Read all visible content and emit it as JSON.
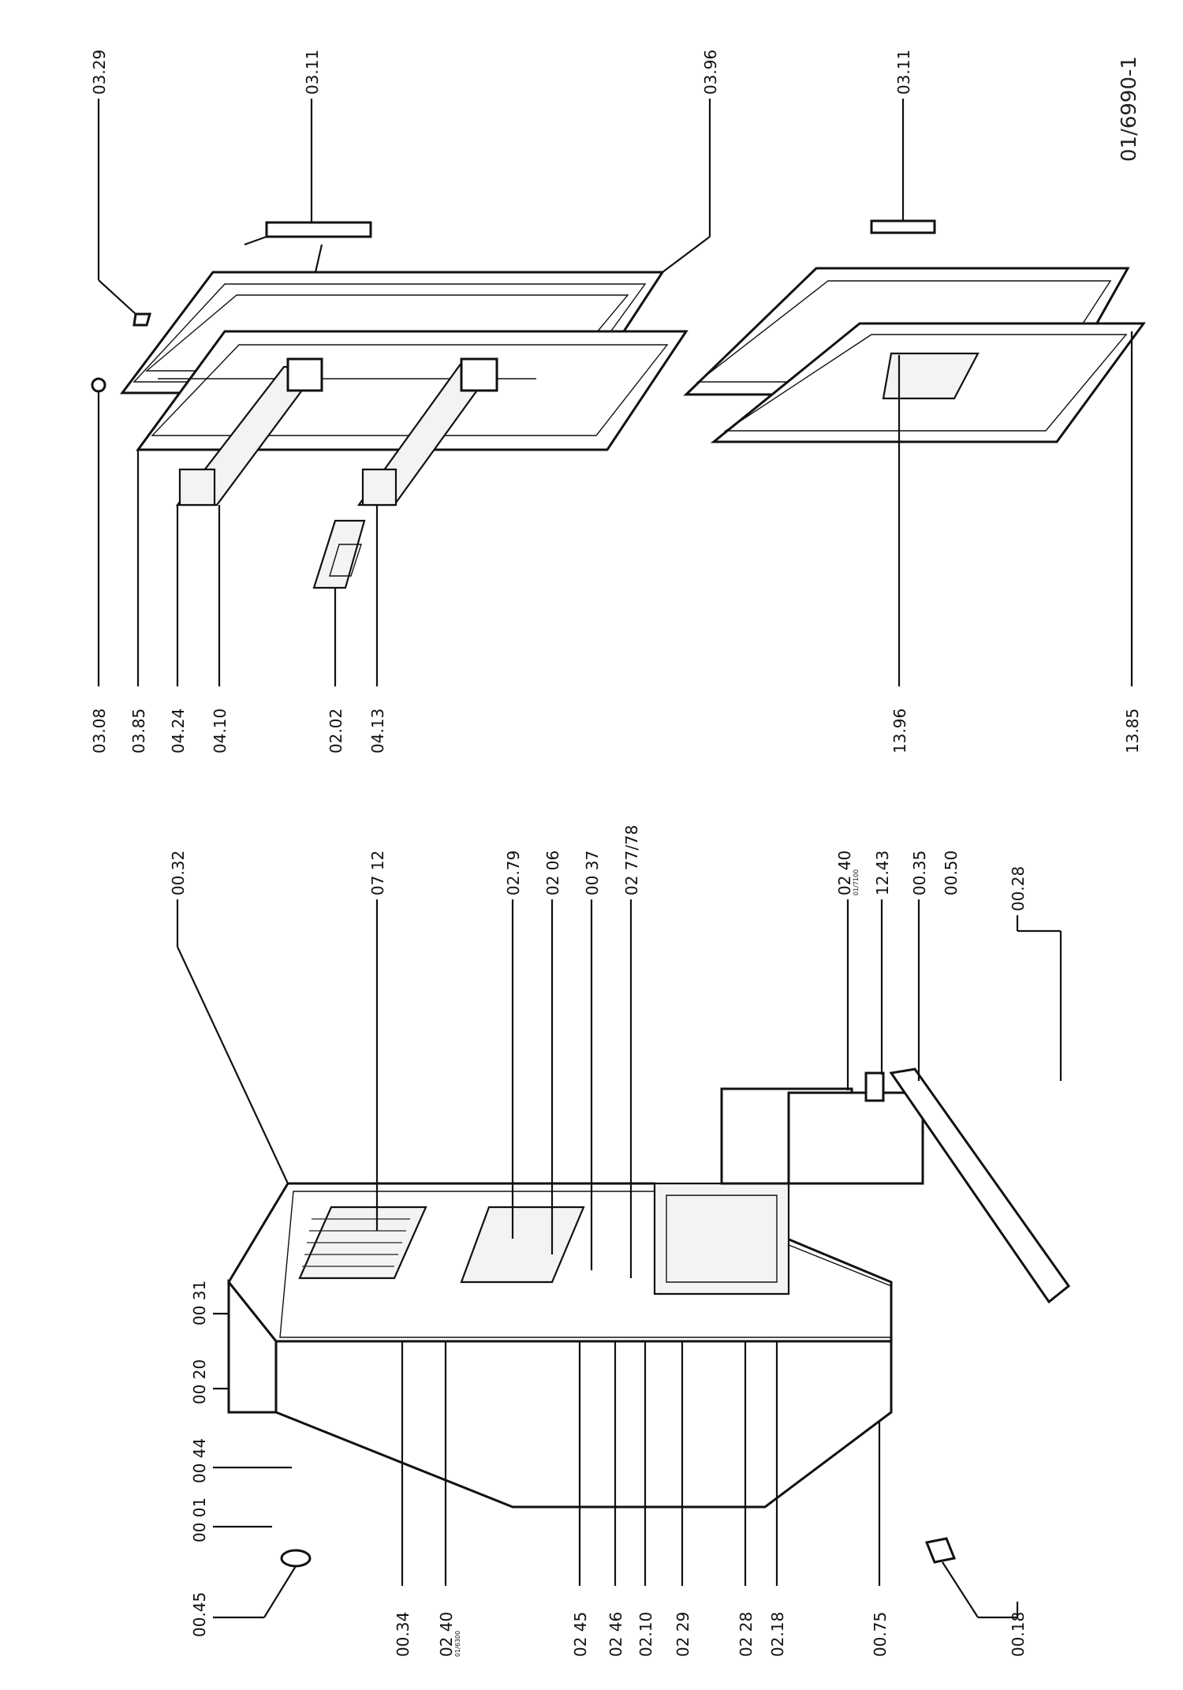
{
  "drawing_code": "01/6990-1",
  "labels": {
    "l_0329": "03.29",
    "l_0311a": "03.11",
    "l_0396": "03.96",
    "l_0311b": "03.11",
    "l_0308": "03.08",
    "l_0385": "03.85",
    "l_0424": "04.24",
    "l_0410": "04.10",
    "l_0202": "02.02",
    "l_0413": "04.13",
    "l_1396": "13.96",
    "l_1385": "13.85",
    "l_0032": "00.32",
    "l_0712": "07 12",
    "l_0279": "02.79",
    "l_0206": "02 06",
    "l_0037": "00 37",
    "l_027778": "02 77/78",
    "l_0240r": "02 40",
    "l_0240r_sub": "01/7100",
    "l_1243": "12.43",
    "l_0035": "00.35",
    "l_0050": "00.50",
    "l_0028": "00.28",
    "l_0031": "00 31",
    "l_0020": "00 20",
    "l_0044": "00 44",
    "l_0001": "00 01",
    "l_0045": "00.45",
    "l_0034": "00.34",
    "l_0240l": "02 40",
    "l_0240l_sub": "01/6300",
    "l_0245": "02 45",
    "l_0246": "02 46",
    "l_0210": "02.10",
    "l_0229": "02 29",
    "l_0228": "02 28",
    "l_0218": "02.18",
    "l_0075": "00.75",
    "l_0018": "00.18"
  }
}
